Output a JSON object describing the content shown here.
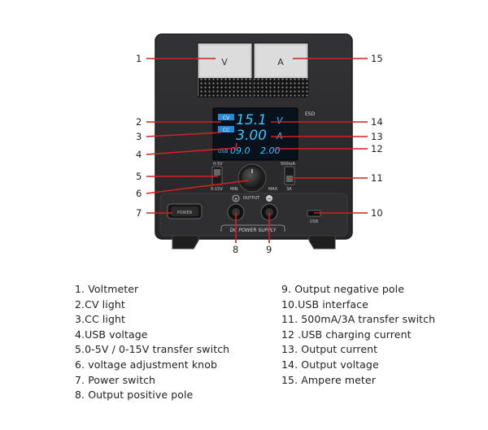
{
  "device": {
    "meter_v_label": "V",
    "meter_a_label": "A",
    "voltage_reading": "15.1",
    "voltage_unit": "V",
    "current_reading": "3.00",
    "current_unit": "A",
    "usb_label": "USB",
    "usb_voltage": "09.0",
    "usb_current": "2.00",
    "cv_label": "CV",
    "cc_label": "CC",
    "esd_label": "ESD",
    "range_top": "0-5V",
    "range_bottom": "0-15V",
    "knob_min": "MIN",
    "knob_max": "MAX",
    "current_top": "500mA",
    "current_bottom": "3A",
    "output_label": "OUTPUT",
    "plus_symbol": "+",
    "minus_symbol": "−",
    "power_label": "POWER",
    "usb_port_label": "USB",
    "brand_label": "DC POWER SUPPLY"
  },
  "callouts": {
    "c1": "1",
    "c2": "2",
    "c3": "3",
    "c4": "4",
    "c5": "5",
    "c6": "6",
    "c7": "7",
    "c8": "8",
    "c9": "9",
    "c10": "10",
    "c11": "11",
    "c12": "12",
    "c13": "13",
    "c14": "14",
    "c15": "15"
  },
  "legend": {
    "left": [
      "1. Voltmeter",
      "2.CV light",
      "3.CC light",
      "4.USB voltage",
      "5.0-5V / 0-15V transfer switch",
      "6. voltage adjustment knob",
      "7. Power switch",
      "8. Output positive pole"
    ],
    "right": [
      "9. Output negative pole",
      "10.USB interface",
      "11. 500mA/3A transfer switch",
      "12 .USB charging current",
      "13. Output current",
      "14. Output voltage",
      "15. Ampere meter"
    ]
  },
  "colors": {
    "body": "#2b2b2e",
    "panel": "#3a3a3d",
    "lcd": "#0a1a2a",
    "lcd_digits": "#3fc4ff",
    "callout_line": "#d42020",
    "meter_face": "#d9d9d9"
  }
}
